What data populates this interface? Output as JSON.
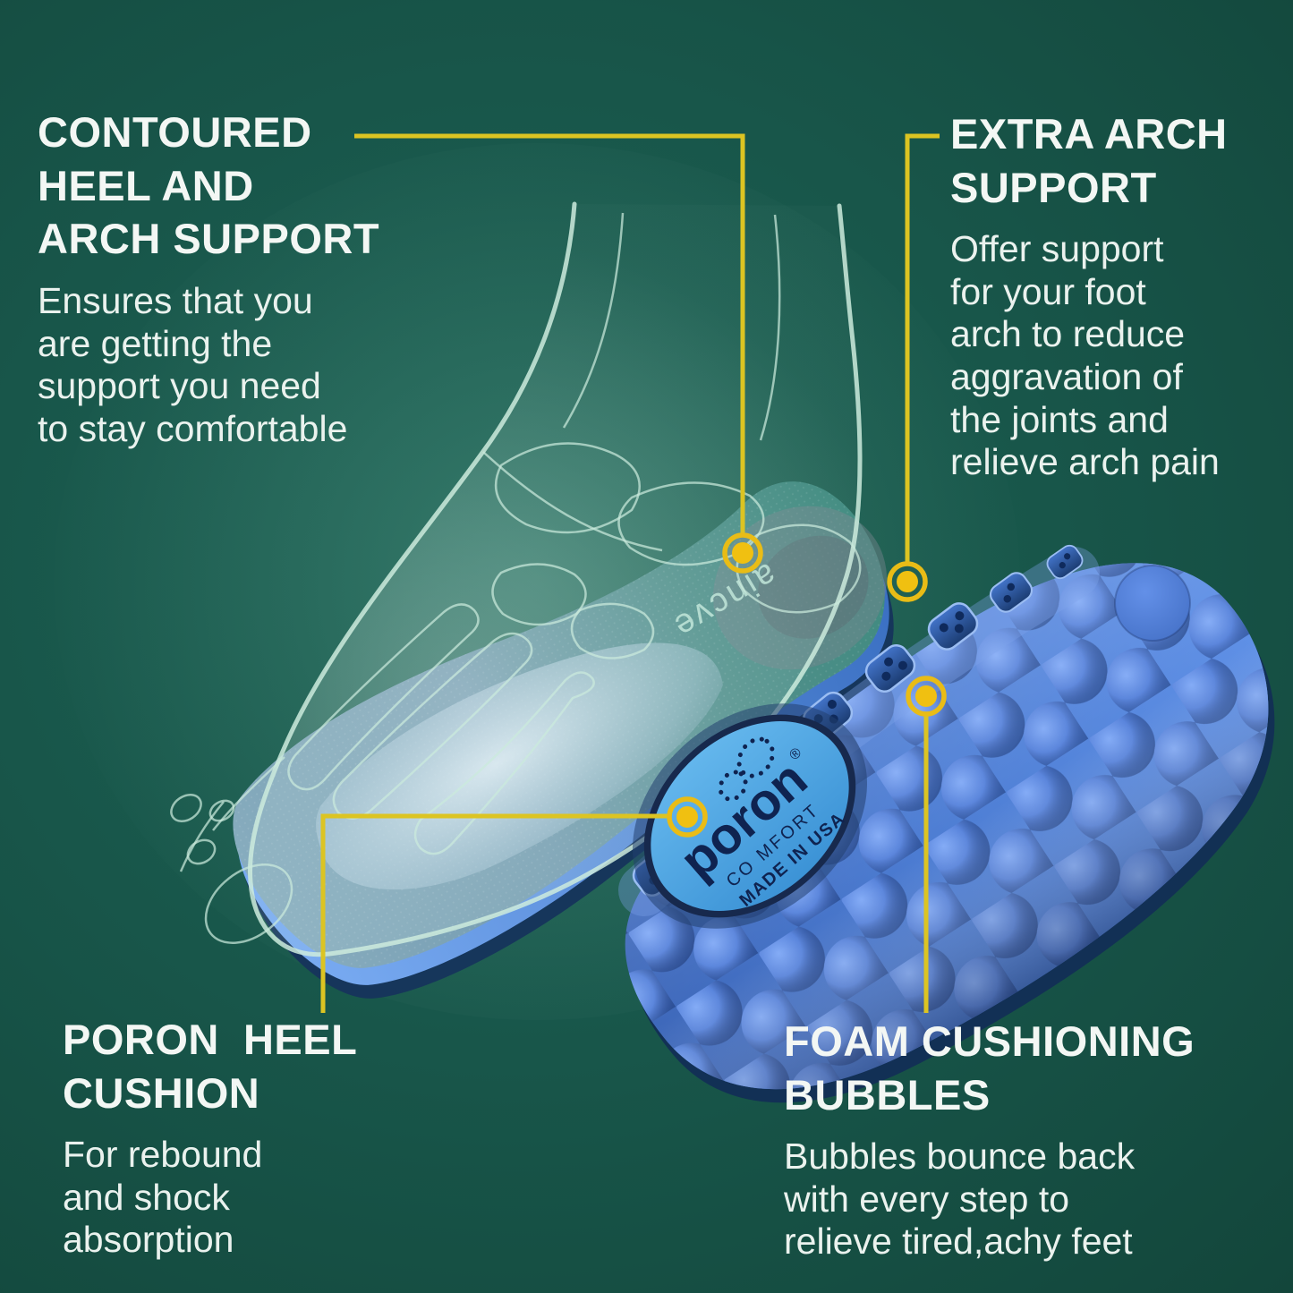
{
  "colors": {
    "background_green": "#18564A",
    "callout_line_yellow": "#DCC422",
    "marker_gold": "#F0C011",
    "insole_bottom_blue": "#4C7CD2",
    "insole_top_teal": "#4F8F8B",
    "badge_blue": "#4BA5E2",
    "text_white": "#F3F7F4"
  },
  "callouts": {
    "top_left": {
      "title": "CONTOURED\nHEEL AND\nARCH SUPPORT",
      "body": "Ensures that you\nare getting the\nsupport you need\nto stay comfortable"
    },
    "top_right": {
      "title": "EXTRA ARCH\nSUPPORT",
      "body": "Offer support\nfor your foot\narch to reduce\naggravation of\nthe joints and\nrelieve arch pain"
    },
    "bottom_left": {
      "title": "PORON  HEEL\nCUSHION",
      "body": "For rebound\nand shock\nabsorption"
    },
    "bottom_right": {
      "title": "FOAM CUSHIONING\nBUBBLES",
      "body": "Bubbles bounce back\nwith every step to\nrelieve tired,achy feet"
    }
  },
  "insole_top": {
    "logo": "aincve"
  },
  "badge": {
    "brand": "poron",
    "registered": "®",
    "line1": "CO MFORT",
    "line2": "MADE IN USA"
  }
}
